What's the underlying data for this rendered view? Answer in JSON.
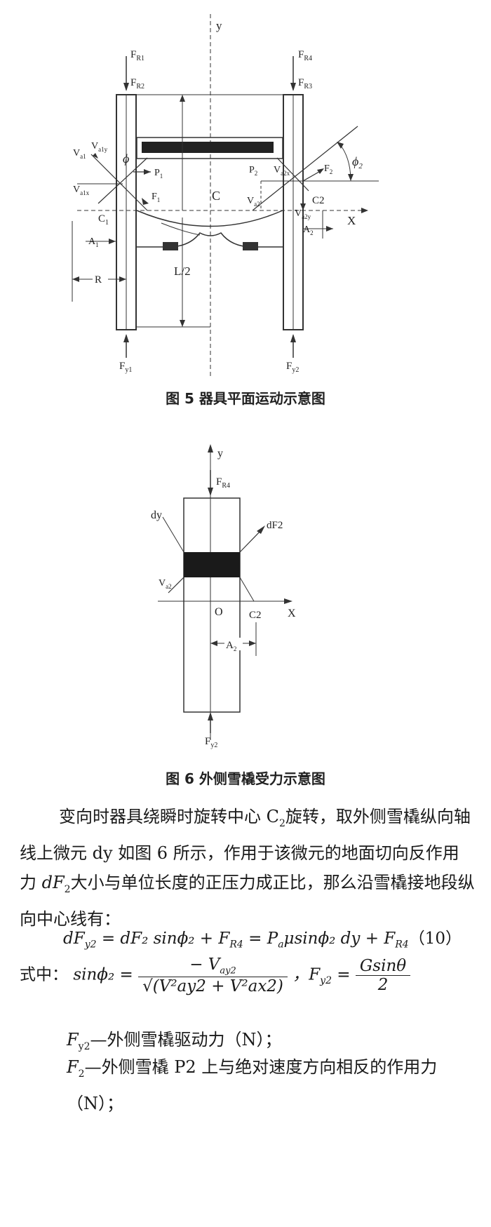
{
  "figure5": {
    "caption": "图 5    器具平面运动示意图",
    "labels": {
      "y": "y",
      "x": "X",
      "c": "C",
      "c1": "C",
      "c1_sub": "1",
      "c2": "C2",
      "fr1": "F",
      "fr1_sub": "R1",
      "fr2": "F",
      "fr2_sub": "R2",
      "fr4": "F",
      "fr4_sub": "R4",
      "fr3": "F",
      "fr3_sub": "R3",
      "fy1": "F",
      "fy1_sub": "y1",
      "fy2": "F",
      "fy2_sub": "y2",
      "va1y": "V",
      "va1y_sub": "a1y",
      "va1": "V",
      "va1_sub": "a1",
      "va1x": "V",
      "va1x_sub": "a1x",
      "phi": "ϕ",
      "p1": "P",
      "p1_sub": "1",
      "f1": "F",
      "f1_sub": "1",
      "p2": "P",
      "p2_sub": "2",
      "v2x": "V",
      "v2x_sub": "a2x",
      "f2": "F",
      "f2_sub": "2",
      "phi2": "ϕ",
      "phi2_sub": "2",
      "va2": "V",
      "va2_sub": "a2",
      "va2y": "V",
      "va2y_sub": "a2y",
      "a1": "A",
      "a1_sub": "1",
      "a2": "A",
      "a2_sub": "2",
      "l2": "L/2",
      "r": "R"
    }
  },
  "figure6": {
    "caption": "图 6    外侧雪橇受力示意图",
    "labels": {
      "y": "y",
      "x": "X",
      "o": "O",
      "c2": "C2",
      "fr4": "F",
      "fr4_sub": "R4",
      "dy": "dy",
      "df2": "dF2",
      "va2": "V",
      "va2_sub": "a2",
      "a2": "A",
      "a2_sub": "2",
      "fy2": "F",
      "fy2_sub": "y2"
    }
  },
  "text": {
    "para1_a": "变向时器具绕瞬时旋转中心 C",
    "para1_sub": "2",
    "para1_b": "旋转，取外侧雪橇纵向轴线上微元 dy 如图 6 所示，作用于该微元的地面切向反作用力 ",
    "para1_df": "dF",
    "para1_df_sub": "2",
    "para1_c": "大小与单位长度的正压力成正比，那么沿雪橇接地段纵向中心线有：",
    "eq10": "dF",
    "eq10_sub": "y2",
    "eq10_rest": " = dF₂ sinϕ₂ + F",
    "eq10_r4": "R4",
    "eq10_mid": " = P",
    "eq10_a": "a",
    "eq10_mu": "μsinϕ₂ dy + F",
    "eq10_r4b": "R4",
    "eq10_no": "（10）",
    "where": "式中：",
    "sin_lhs": "sinϕ₂ = ",
    "sin_num": "− V",
    "sin_num_sub": "ay2",
    "sin_den": "√(V²ay2 + V²ax2)",
    "fy_lhs": "，F",
    "fy_sub": "y2",
    "fy_eq": " = ",
    "fy_num": "Gsinθ",
    "fy_den": "2",
    "def1_sym": "F",
    "def1_sub": "y2",
    "def1_text": "—外侧雪橇驱动力（N）；",
    "def2_sym": "F",
    "def2_sub": "2",
    "def2_text": "—外侧雪橇 P2 上与绝对速度方向相反的作用力（N）；"
  }
}
